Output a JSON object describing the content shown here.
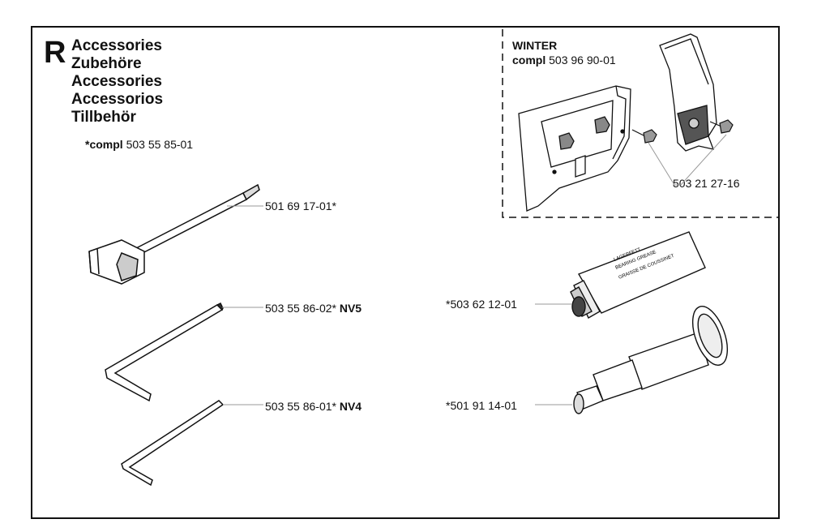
{
  "section": {
    "letter": "R",
    "titles": [
      "Accessories",
      "Zubehöre",
      "Accessories",
      "Accessorios",
      "Tillbehör"
    ],
    "compl_label": "*compl",
    "compl_number": "503 55 85-01"
  },
  "winter": {
    "title": "WINTER",
    "compl_label": "compl",
    "compl_number": "503 96 90-01",
    "screw_part": "503 21 27-16"
  },
  "parts": {
    "wrench": "501 69 17-01*",
    "hex_nv5_number": "503 55 86-02*",
    "hex_nv5_size": "NV5",
    "hex_nv4_number": "503 55 86-01*",
    "hex_nv4_size": "NV4",
    "grease": "*503 62 12-01",
    "grease_tube_text": [
      "LAGERFETT",
      "BEARING GREASE",
      "GRAISSE DE COUSSINET"
    ],
    "grease_gun": "*501 91 14-01"
  }
}
